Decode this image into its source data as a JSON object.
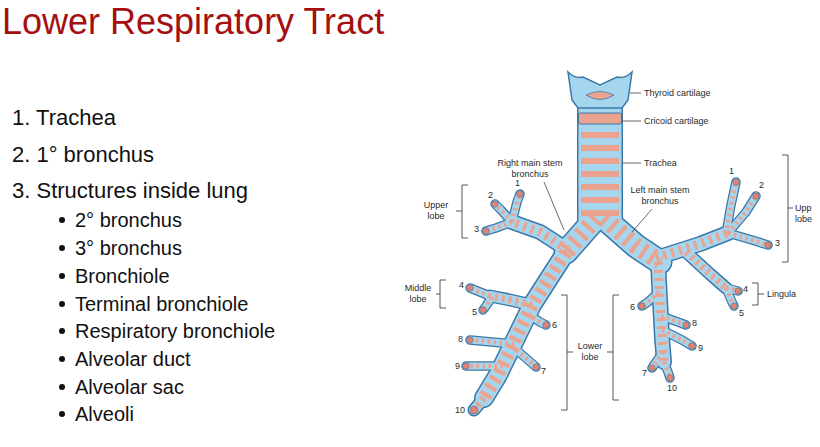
{
  "diagram": {
    "title": "Lower Respiratory Tract",
    "labels": [
      "1. Trachea",
      "2. 1° bronchus",
      "3. Structures inside lung",
      "2° bronchus",
      "3° bronchus",
      "Bronchiole",
      "Terminal bronchiole",
      "Respiratory bronchiole",
      "Alveolar duct",
      "Alveolar sac",
      "Alveoli",
      "Thyroid cartilage",
      "Cricoid cartilage",
      "Trachea",
      "Right main stem bronchus",
      "Left main stem bronchus",
      "Upper lobe",
      "Middle lobe",
      "Lower lobe",
      "Upp lobe",
      "Lingula",
      "1",
      "2",
      "3",
      "4",
      "5",
      "6",
      "7",
      "8",
      "9",
      "10",
      "1",
      "2",
      "3",
      "4",
      "5",
      "6",
      "7",
      "8",
      "9",
      "10"
    ]
  }
}
